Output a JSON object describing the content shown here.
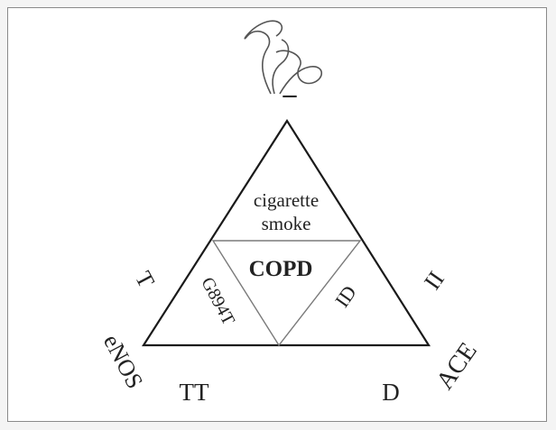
{
  "diagram": {
    "center_label": "COPD",
    "top_cell_line1": "cigarette",
    "top_cell_line2": "smoke",
    "left_cell_label": "G894T",
    "right_cell_label": "ID",
    "left_gene_label": "eNOS",
    "left_vertex_genotype": "T",
    "right_gene_label": "ACE",
    "right_vertex_genotype": "II",
    "bottom_left_genotype": "TT",
    "bottom_right_genotype": "D",
    "top_marker": "–"
  },
  "colors": {
    "outer_stroke": "#1a1a1a",
    "inner_stroke": "#7a7a7a",
    "text": "#222222"
  },
  "icons": [
    "smoke-icon"
  ]
}
